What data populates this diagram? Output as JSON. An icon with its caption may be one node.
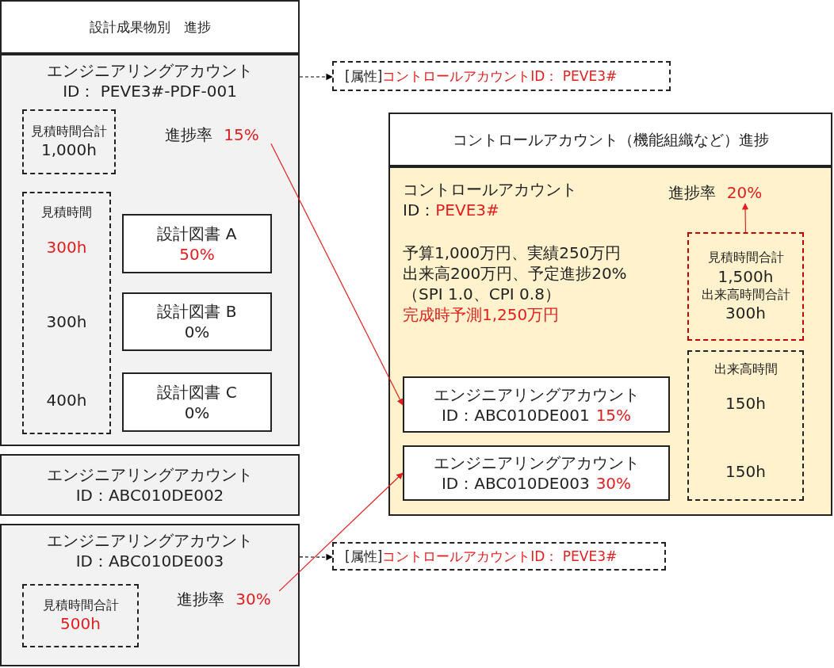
{
  "diagram": {
    "nodes": [
      {
        "text": [
          "設計成果物別　進捗"
        ]
      },
      {
        "text": [
          "エンジニアリングアカウント",
          "ID： PEVE3#-PDF-001"
        ]
      },
      {
        "text": [
          "見積時間合計",
          "1,000h"
        ],
        "in": 1
      },
      {
        "text": [
          "進捗率",
          "15%"
        ],
        "in": 1
      },
      {
        "text": [
          "見積時間",
          "300h",
          "300h",
          "400h"
        ],
        "in": 1
      },
      {
        "text": [
          "設計図書 A",
          "50%"
        ],
        "in": 1
      },
      {
        "text": [
          "設計図書 B",
          "0%"
        ],
        "in": 1
      },
      {
        "text": [
          "設計図書 C",
          "0%"
        ],
        "in": 1
      },
      {
        "text": [
          "[属性]",
          "コントロールアカウントID： PEVE3#"
        ]
      },
      {
        "text": [
          "エンジニアリングアカウント",
          "ID：ABC010DE002"
        ]
      },
      {
        "text": [
          "エンジニアリングアカウント",
          "ID：ABC010DE003"
        ]
      },
      {
        "text": [
          "見積時間合計",
          "500h"
        ],
        "in": 10
      },
      {
        "text": [
          "進捗率",
          "30%"
        ],
        "in": 10
      },
      {
        "text": [
          "[属性]",
          "コントロールアカウントID： PEVE3#"
        ]
      },
      {
        "text": [
          "コントロールアカウント（機能組織など）進捗"
        ]
      },
      {
        "text": [
          "コントロールアカウント",
          "ID：",
          "PEVE3#",
          "予算1,000万円、実績250万円",
          "出来高200万円、予定進捗20%",
          "（SPI 1.0、CPI 0.8）",
          "完成時予測1,250万円"
        ]
      },
      {
        "text": [
          "進捗率",
          "20%"
        ],
        "in": 15
      },
      {
        "text": [
          "見積時間合計",
          "1,500h",
          "出来高時間合計",
          "300h"
        ],
        "in": 15
      },
      {
        "text": [
          "出来高時間",
          "150h",
          "150h"
        ],
        "in": 15
      },
      {
        "text": [
          "エンジニアリングアカウント",
          "ID：ABC010DE001",
          "15%"
        ],
        "in": 15
      },
      {
        "text": [
          "エンジニアリングアカウント",
          "ID：ABC010DE003",
          "30%"
        ],
        "in": 15
      }
    ],
    "edges": [
      {
        "from": 1,
        "to": 8,
        "arrow": "to",
        "style": "dashed",
        "color": "#000000"
      },
      {
        "from": 10,
        "to": 13,
        "arrow": "to",
        "style": "dashed",
        "color": "#000000"
      },
      {
        "from": 3,
        "to": 19,
        "arrow": "to",
        "color": "#e02020"
      },
      {
        "from": 12,
        "to": 20,
        "arrow": "to",
        "color": "#e02020"
      },
      {
        "from": 17,
        "to": 16,
        "arrow": "to",
        "color": "#e02020"
      }
    ]
  }
}
